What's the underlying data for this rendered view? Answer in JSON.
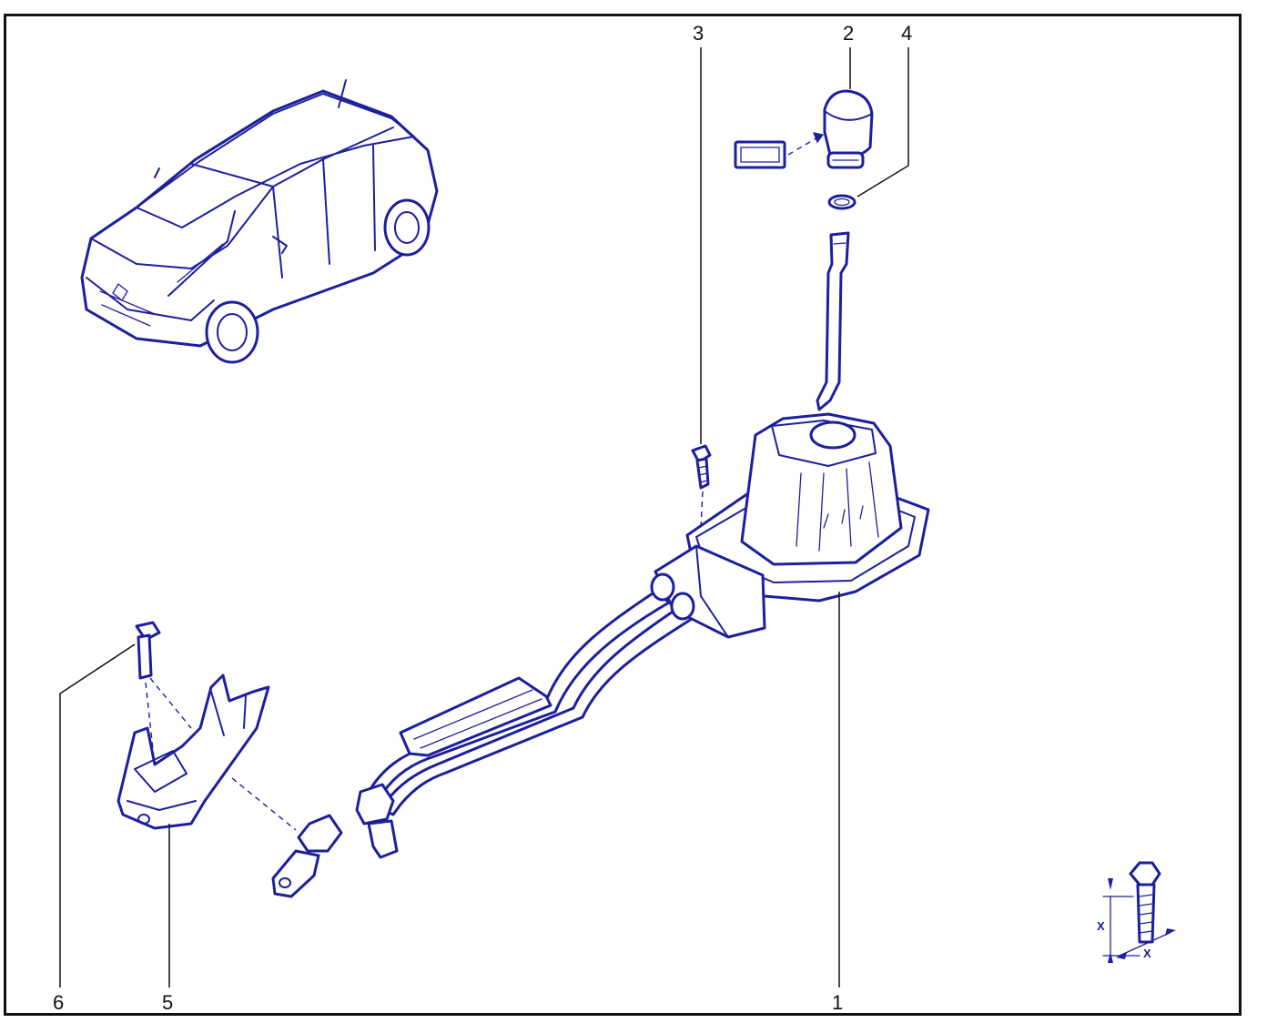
{
  "callouts": [
    {
      "id": "1",
      "label": "1"
    },
    {
      "id": "2",
      "label": "2"
    },
    {
      "id": "3",
      "label": "3"
    },
    {
      "id": "4",
      "label": "4"
    },
    {
      "id": "5",
      "label": "5"
    },
    {
      "id": "6",
      "label": "6"
    }
  ],
  "dimension_symbol": "X",
  "colors": {
    "line_art": "#1c1f9e",
    "frame": "#111111",
    "background": "#ffffff"
  }
}
